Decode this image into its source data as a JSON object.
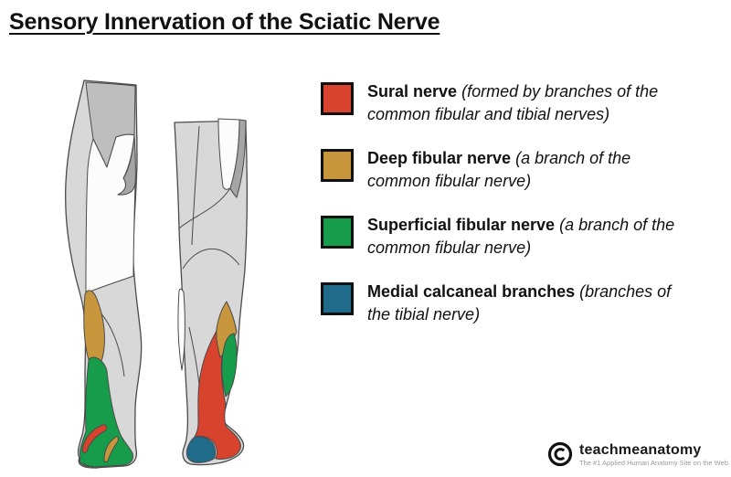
{
  "title": "Sensory Innervation of the Sciatic Nerve",
  "legend": {
    "items": [
      {
        "name": "Sural nerve",
        "description": "(formed by branches of the common fibular and tibial nerves)",
        "color": "#d8432e"
      },
      {
        "name": "Deep fibular nerve",
        "description": "(a branch of the common fibular nerve)",
        "color": "#c8963c"
      },
      {
        "name": "Superficial fibular nerve",
        "description": "(a branch of the common fibular nerve)",
        "color": "#179c4b"
      },
      {
        "name": "Medial calcaneal branches",
        "description": "(branches of the tibial nerve)",
        "color": "#1f6b89"
      }
    ]
  },
  "illustration": {
    "caption": "Lateral and posterior views of the lower limb with coloured cutaneous territories",
    "colors": {
      "sural": "#d8432e",
      "deep_fibular": "#c8963c",
      "superficial_fibular": "#179c4b",
      "medial_calcaneal": "#1f6b89",
      "skin_gray": "#d8d8d8",
      "skin_gray_medium": "#bebebe",
      "skin_gray_dark": "#a5a5a5",
      "skin_white": "#fcfcfc",
      "outline": "#4a4a4a"
    }
  },
  "footer": {
    "brand": "teachmeanatomy",
    "tagline": "The #1 Applied Human Anatomy Site on the Web."
  }
}
